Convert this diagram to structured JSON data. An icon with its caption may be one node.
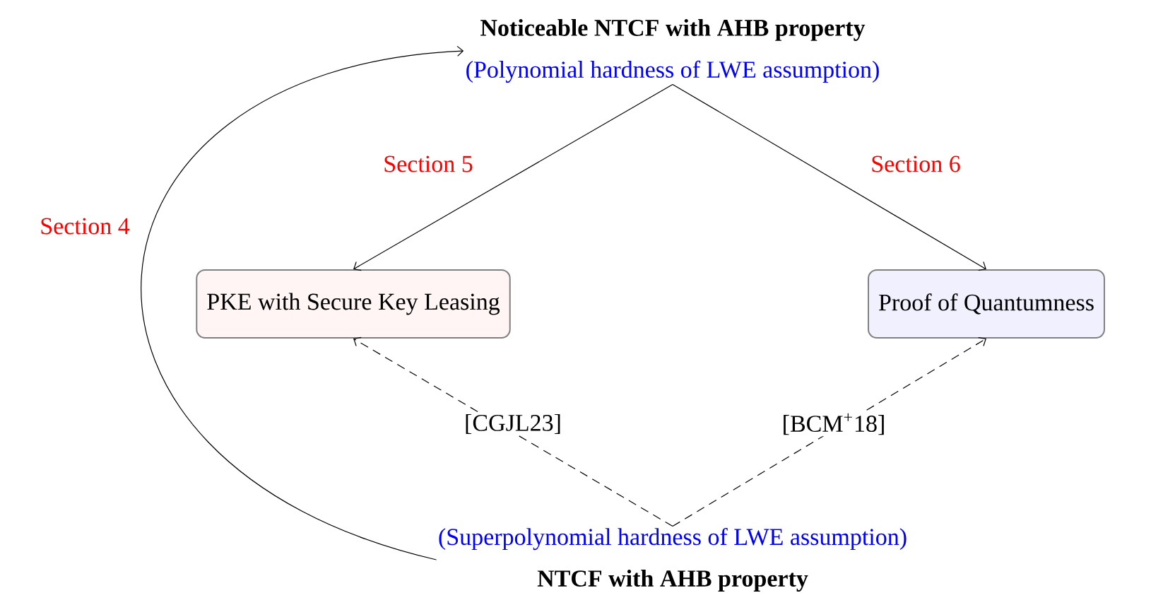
{
  "diagram": {
    "nodes": [
      {
        "text": [
          "Noticeable NTCF with AHB property",
          "(Polynomial hardness of LWE assumption)"
        ]
      },
      {
        "text": [
          "PKE with Secure Key Leasing"
        ]
      },
      {
        "text": [
          "Proof of Quantumness"
        ]
      },
      {
        "text": [
          "(Superpolynomial hardness of LWE assumption)",
          "NTCF with AHB property"
        ]
      }
    ],
    "edges": [
      {
        "from": 0,
        "to": 1,
        "arrow": "to",
        "label": "Section 5"
      },
      {
        "from": 0,
        "to": 2,
        "arrow": "to",
        "label": "Section 6"
      },
      {
        "from": 3,
        "to": 1,
        "arrow": "to",
        "label": "[CGJL23]",
        "style": "dashed"
      },
      {
        "from": 3,
        "to": 2,
        "arrow": "to",
        "label": "[BCM$^{+}$18]",
        "style": "dashed"
      },
      {
        "from": 3,
        "to": 0,
        "arrow": "to",
        "label": "Section 4"
      }
    ]
  }
}
